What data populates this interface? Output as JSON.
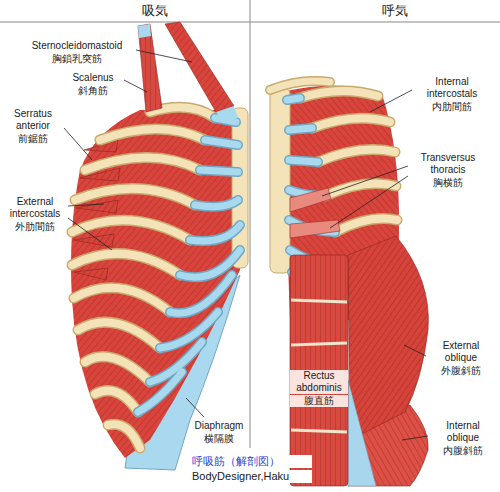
{
  "diagram": {
    "caption": "呼吸筋（解剖図）",
    "labels": [
      "吸気",
      "呼気",
      "Sternocleidomastoid",
      "胸鎖乳突筋",
      "Scalenus",
      "斜角筋",
      "Serratus anterior",
      "前鋸筋",
      "External intercostals",
      "外肋間筋",
      "Diaphragm",
      "横隔膜",
      "Internal intercostals",
      "内肋間筋",
      "Transversus thoracis",
      "胸横筋",
      "Rectus abdominis",
      "腹直筋",
      "External oblique",
      "外腹斜筋",
      "Internal oblique",
      "内腹斜筋",
      "BodyDesigner,Haku"
    ]
  }
}
